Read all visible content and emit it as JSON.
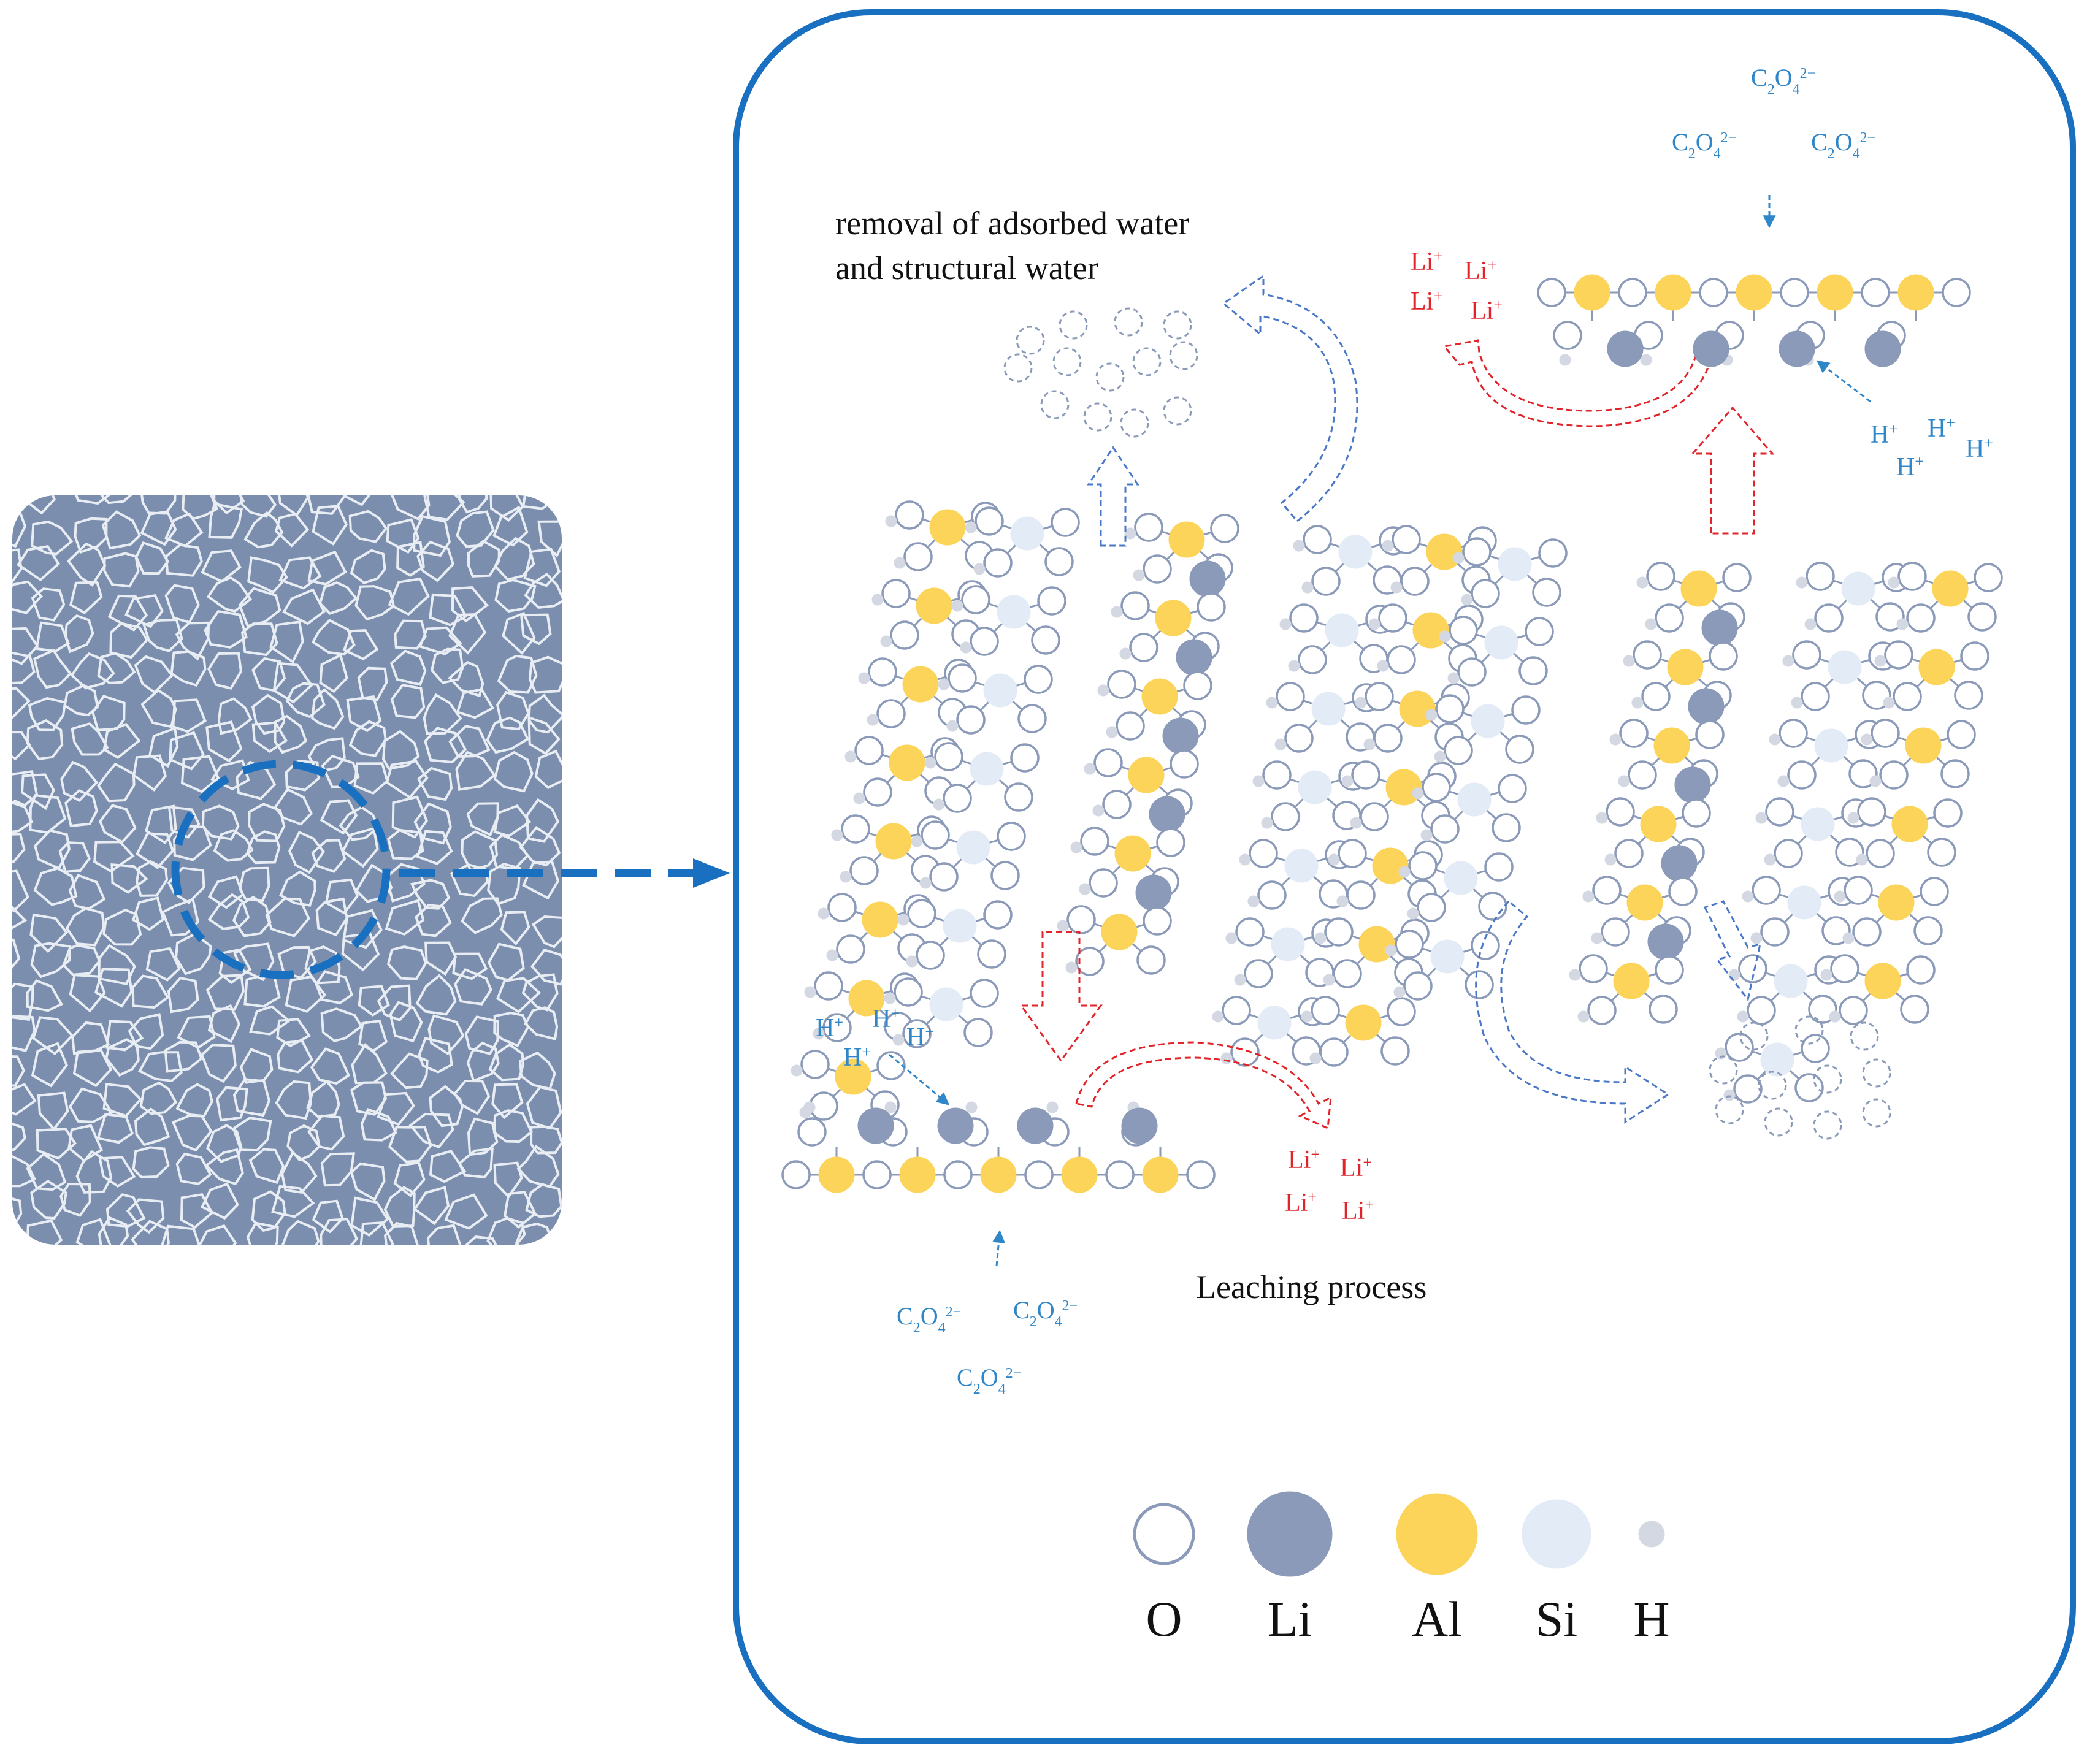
{
  "labels": {
    "water_line1": "removal of adsorbed water",
    "water_line2": "and structural water",
    "leaching": "Leaching process",
    "oxalate": "C2O4",
    "oxalate_sub": "2",
    "oxalate_sup": "2−",
    "proton": "H",
    "lithium": "Li",
    "plus": "+"
  },
  "legend": [
    {
      "symbol": "O",
      "fill": "#ffffff",
      "stroke": "#8a9ab8"
    },
    {
      "symbol": "Li",
      "fill": "#8a9ab8",
      "stroke": "#8a9ab8"
    },
    {
      "symbol": "Al",
      "fill": "#fcd45a",
      "stroke": "#fcd45a"
    },
    {
      "symbol": "Si",
      "fill": "#e3ecf6",
      "stroke": "#e3ecf6"
    },
    {
      "symbol": "H",
      "fill": "#d3d8e2",
      "stroke": "#d3d8e2"
    }
  ],
  "colors": {
    "frame": "#1a70c0",
    "ore": "#7b8ead",
    "cracks": "#e8ecf3",
    "oxygen_stroke": "#8a9ab8",
    "lithium": "#8a9ab8",
    "aluminum": "#fcd45a",
    "silicon": "#e3ecf6",
    "hydrogen": "#d3d8e2",
    "arrow_blue": "#4a78c8",
    "arrow_red": "#e0242a",
    "zoom_circle": "#1a70c0"
  }
}
